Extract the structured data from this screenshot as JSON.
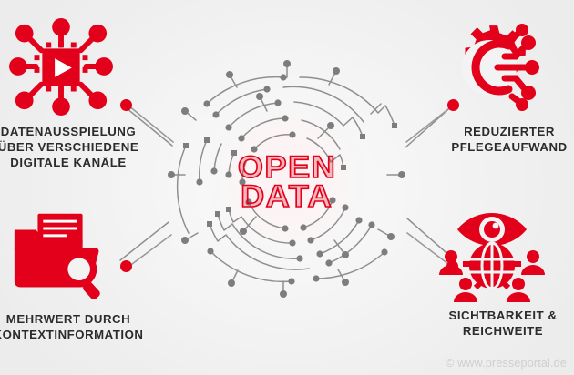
{
  "graphic": {
    "title": "Open Data infographic",
    "center": {
      "line1": "OPEN",
      "line2": "DATA"
    },
    "accent_color": "#e2001a",
    "background_color": "#f1f1f1",
    "text_color": "#2b2b2b",
    "circuit_color": "#8a8a8a"
  },
  "benefits": [
    {
      "id": "datenausspielung",
      "position": "top-left",
      "icon": "chip-play-icon",
      "caption": "DATENAUSSPIELUNG\nÜBER VERSCHIEDENE\nDIGITALE KANÄLE"
    },
    {
      "id": "reduzierter-pflegeaufwand",
      "position": "top-right",
      "icon": "gear-circuit-icon",
      "caption": "REDUZIERTER\nPFLEGEAUFWAND"
    },
    {
      "id": "mehrwert-kontextinformation",
      "position": "bottom-left",
      "icon": "folder-search-icon",
      "caption": "MEHRWERT DURCH\nKONTEXTINFORMATION"
    },
    {
      "id": "sichtbarkeit-reichweite",
      "position": "bottom-right",
      "icon": "eye-globe-people-icon",
      "caption": "SICHTBARKEIT &\nREICHWEITE"
    }
  ],
  "watermark": {
    "text": "© www.presseportal.de"
  }
}
